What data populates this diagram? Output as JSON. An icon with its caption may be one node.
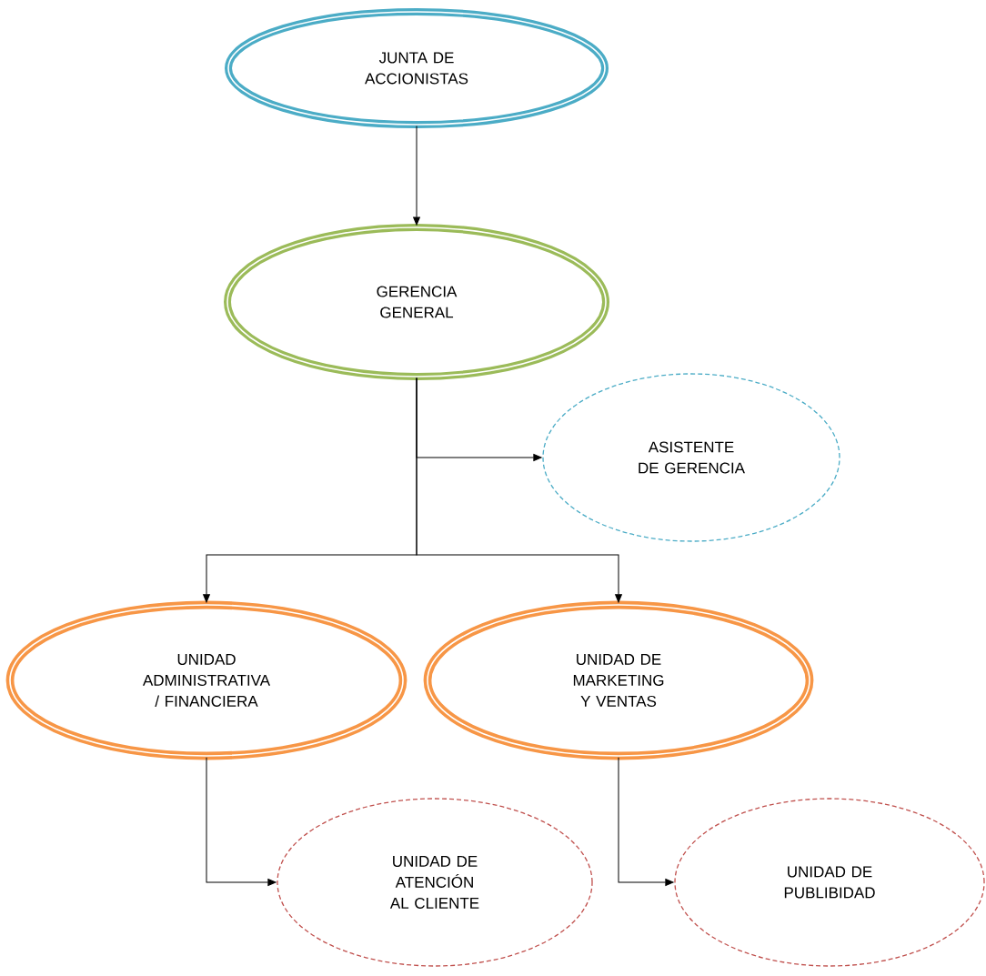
{
  "diagram": {
    "nodes": [
      {
        "text": [
          "JUNTA DE ACCIONISTAS"
        ]
      },
      {
        "text": [
          "GERENCIA GENERAL"
        ]
      },
      {
        "text": [
          "ASISTENTE DE GERENCIA"
        ]
      },
      {
        "text": [
          "UNIDAD ADMINISTRATIVA / FINANCIERA"
        ]
      },
      {
        "text": [
          "UNIDAD DE MARKETING Y VENTAS"
        ]
      },
      {
        "text": [
          "UNIDAD DE ATENCIÓN AL CLIENTE"
        ]
      },
      {
        "text": [
          "UNIDAD DE PUBLIBIDAD"
        ]
      }
    ],
    "edges": [
      {
        "from": 0,
        "to": 1,
        "arrow": "to"
      },
      {
        "from": 1,
        "to": 2,
        "arrow": "to"
      },
      {
        "from": 1,
        "to": 3,
        "arrow": "to"
      },
      {
        "from": 1,
        "to": 4,
        "arrow": "to"
      },
      {
        "from": 3,
        "to": 5,
        "arrow": "to"
      },
      {
        "from": 4,
        "to": 6,
        "arrow": "to"
      }
    ]
  }
}
